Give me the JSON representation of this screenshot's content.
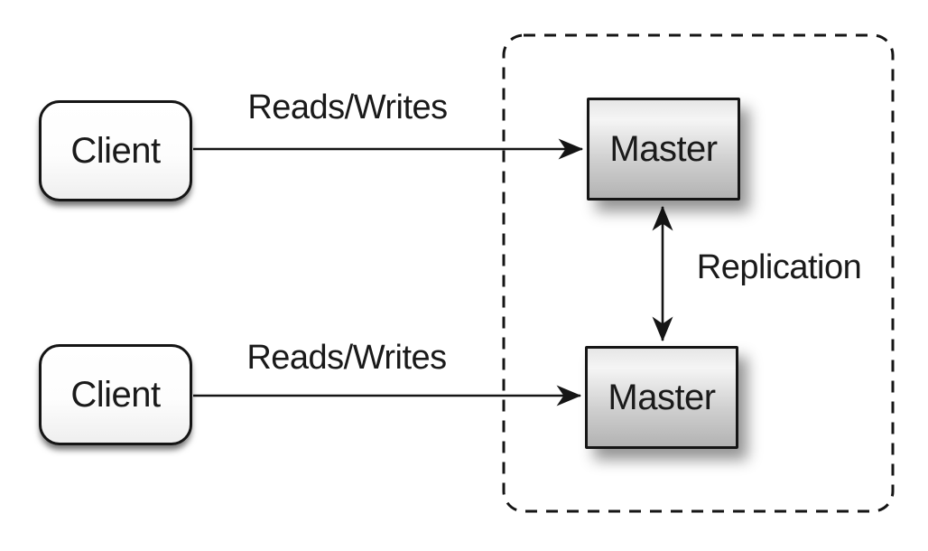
{
  "diagram": {
    "nodes": {
      "client_top": {
        "label": "Client"
      },
      "client_bottom": {
        "label": "Client"
      },
      "master_top": {
        "label": "Master"
      },
      "master_bottom": {
        "label": "Master"
      }
    },
    "edge_labels": {
      "reads_writes_top": "Reads/Writes",
      "reads_writes_bottom": "Reads/Writes",
      "replication": "Replication"
    },
    "colors": {
      "background": "#ffffff",
      "stroke": "#151515",
      "text": "#1a1a1a",
      "client_fill": "#ffffff",
      "master_fill_light": "#f5f5f5",
      "master_fill_dark": "#b3b3b3"
    }
  }
}
